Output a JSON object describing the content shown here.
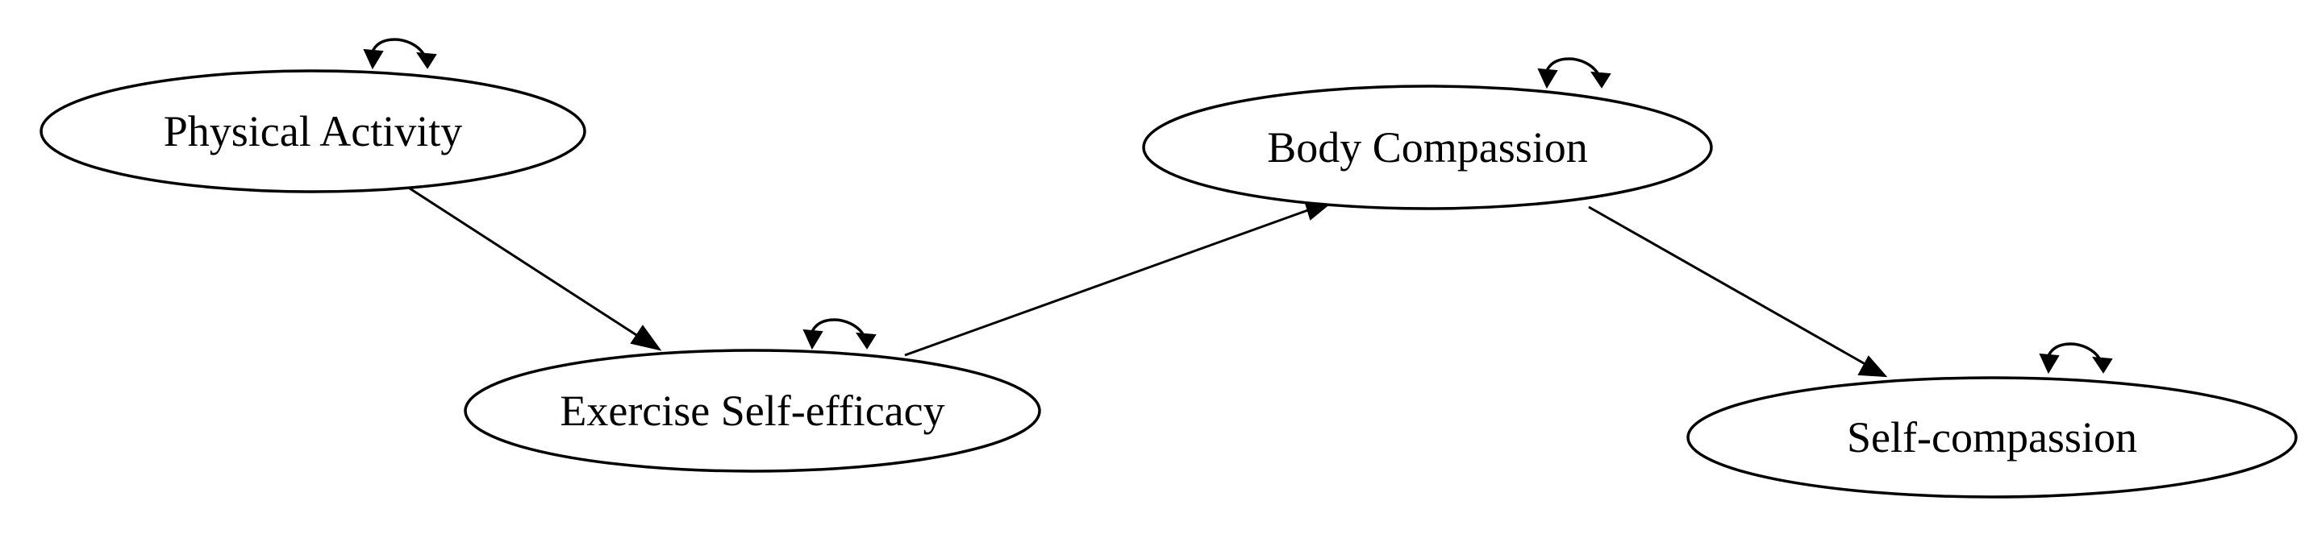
{
  "nodes": [
    {
      "id": "physical-activity",
      "label": "Physical Activity"
    },
    {
      "id": "exercise-self-efficacy",
      "label": "Exercise Self-efficacy"
    },
    {
      "id": "body-compassion",
      "label": "Body Compassion"
    },
    {
      "id": "self-compassion",
      "label": "Self-compassion"
    }
  ],
  "edges": [
    {
      "from": "physical-activity",
      "to": "exercise-self-efficacy"
    },
    {
      "from": "exercise-self-efficacy",
      "to": "body-compassion"
    },
    {
      "from": "body-compassion",
      "to": "self-compassion"
    }
  ],
  "self_loops": [
    "physical-activity",
    "exercise-self-efficacy",
    "body-compassion",
    "self-compassion"
  ],
  "colors": {
    "stroke": "#000000",
    "fill": "#ffffff",
    "background": "#ffffff"
  }
}
